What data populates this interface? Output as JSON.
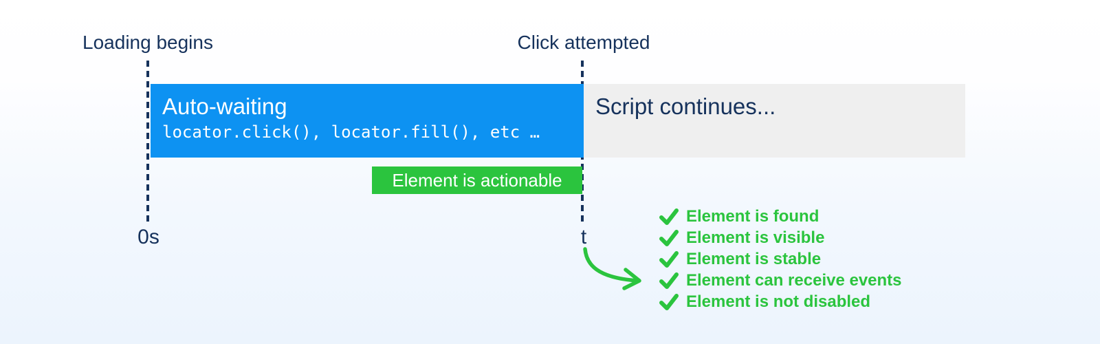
{
  "colors": {
    "navy": "#16325c",
    "blue": "#0d92f2",
    "gray": "#efefef",
    "green": "#2bc43e",
    "background_bottom": "#ecf4fd"
  },
  "timeline": {
    "loading_label": "Loading begins",
    "click_label": "Click attempted",
    "start_tick": "0s",
    "end_tick": "t",
    "auto_waiting": {
      "title": "Auto-waiting",
      "code": "locator.click(), locator.fill(), etc …"
    },
    "script_bar": {
      "title": "Script continues..."
    },
    "badge_label": "Element is actionable"
  },
  "checklist": {
    "items": [
      "Element is found",
      "Element is visible",
      "Element is stable",
      "Element can receive events",
      "Element is not disabled"
    ]
  }
}
